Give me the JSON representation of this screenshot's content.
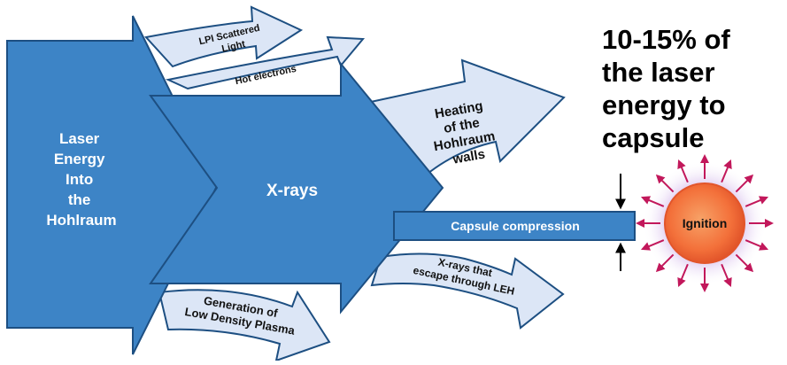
{
  "main_arrow": {
    "lines": [
      "Laser",
      "Energy",
      "Into",
      "the",
      "Hohlraum"
    ]
  },
  "xray_arrow": {
    "label": "X-rays"
  },
  "lpi": {
    "lines": [
      "LPI Scattered",
      "Light"
    ]
  },
  "hot_electrons": {
    "label": "Hot electrons"
  },
  "heating": {
    "lines": [
      "Heating",
      "of the",
      "Hohlraum",
      "walls"
    ]
  },
  "capsule_compression": {
    "label": "Capsule compression"
  },
  "escape": {
    "lines": [
      "X-rays that",
      "escape through LEH"
    ]
  },
  "plasma": {
    "lines": [
      "Generation of",
      "Low Density Plasma"
    ]
  },
  "ignition": {
    "label": "Ignition"
  },
  "callout": {
    "lines": [
      "10-15% of",
      "the laser",
      "energy to",
      "capsule"
    ]
  },
  "colors": {
    "main_blue": "#3d84c6",
    "light_blue": "#dce6f6",
    "outline": "#1d4f82",
    "ignition_core": "#f3703a",
    "glow": "#b58ad8",
    "ray": "#c2185b"
  }
}
